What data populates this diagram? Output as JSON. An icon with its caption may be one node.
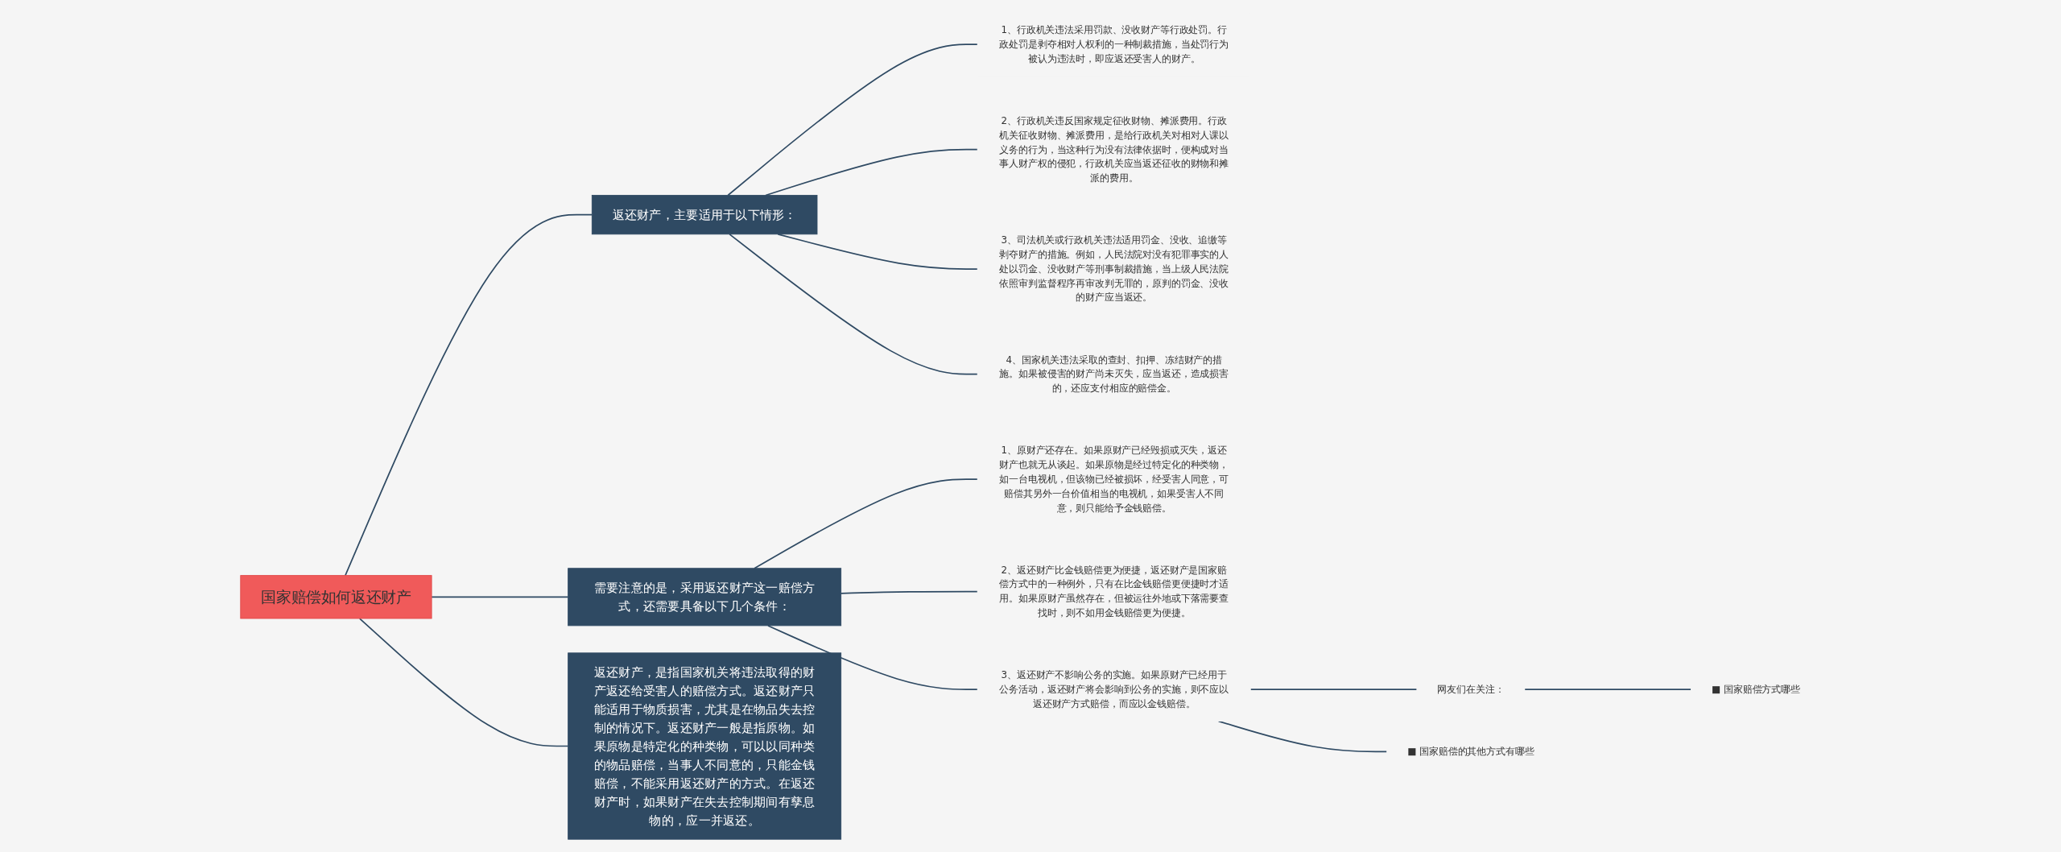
{
  "diagram": {
    "nodes": [
      {
        "text": [
          "国家赔偿如何返还财产"
        ]
      },
      {
        "text": [
          "返还财产，主要适用于以下情形："
        ]
      },
      {
        "text": [
          "1、行政机关违法采用罚款、没收财产等行政处罚。行政处罚是剥夺相对人权利的一种制裁措施，当处罚行为被认为违法时，即应返还受害人的财产。"
        ]
      },
      {
        "text": [
          "2、行政机关违反国家规定征收财物、摊派费用。行政机关征收财物、摊派费用，是给行政机关对相对人课以义务的行为，当这种行为没有法律依据时，便构成对当事人财产权的侵犯，行政机关应当返还征收的财物和摊派的费用。"
        ]
      },
      {
        "text": [
          "3、司法机关或行政机关违法适用罚金、没收、追缴等剥夺财产的措施。例如，人民法院对没有犯罪事实的人处以罚金、没收财产等刑事制裁措施，当上级人民法院依照审判监督程序再审改判无罪的，原判的罚金、没收的财产应当返还。"
        ]
      },
      {
        "text": [
          "4、国家机关违法采取的查封、扣押、冻结财产的措施。如果被侵害的财产尚未灭失，应当返还，造成损害的，还应支付相应的赔偿金。"
        ]
      },
      {
        "text": [
          "返还财产，是指国家机关将违法取得的财产返还给受害人的赔偿方式。返还财产只能适用于物质损害，尤其是在物品失去控制的情况下。返还财产一般是指原物。如果原物是特定化的种类物，可以以同种类的物品赔偿，当事人不同意的，只能金钱赔偿，不能采用返还财产的方式。在返还财产时，如果财产在失去控制期间有孳息物的，应一并返还。"
        ]
      },
      {
        "text": [
          "需要注意的是，采用返还财产这一赔偿方式，还需要具备以下几个条件："
        ]
      },
      {
        "text": [
          "1、原财产还存在。如果原财产已经毁损或灭失，返还财产也就无从谈起。如果原物是经过特定化的种类物，如一台电视机，但该物已经被损坏，经受害人同意，可赔偿其另外一台价值相当的电视机，如果受害人不同意，则只能给予金钱赔偿。"
        ]
      },
      {
        "text": [
          "2、返还财产比金钱赔偿更为便捷，返还财产是国家赔偿方式中的一种例外，只有在比金钱赔偿更便捷时才适用。如果原财产虽然存在，但被运往外地或下落需要查找时，则不如用金钱赔偿更为便捷。"
        ]
      },
      {
        "text": [
          "3、返还财产不影响公务的实施。如果原财产已经用于公务活动，返还财产将会影响到公务的实施，则不应以返还财产方式赔偿，而应以金钱赔偿。"
        ]
      },
      {
        "text": [
          "网友们在关注："
        ]
      },
      {
        "text": [
          "■ 国家赔偿方式哪些"
        ]
      },
      {
        "text": [
          "■ 国家赔偿的其他方式有哪些"
        ]
      }
    ],
    "edges": [
      {
        "from": 0,
        "to": 1,
        "arrow": "none"
      },
      {
        "from": 1,
        "to": 2,
        "arrow": "none"
      },
      {
        "from": 1,
        "to": 3,
        "arrow": "none"
      },
      {
        "from": 1,
        "to": 4,
        "arrow": "none"
      },
      {
        "from": 1,
        "to": 5,
        "arrow": "none"
      },
      {
        "from": 0,
        "to": 6,
        "arrow": "none"
      },
      {
        "from": 0,
        "to": 7,
        "arrow": "none"
      },
      {
        "from": 7,
        "to": 8,
        "arrow": "none"
      },
      {
        "from": 7,
        "to": 9,
        "arrow": "none"
      },
      {
        "from": 7,
        "to": 10,
        "arrow": "none"
      },
      {
        "from": 10,
        "to": 11,
        "arrow": "none"
      },
      {
        "from": 11,
        "to": 12,
        "arrow": "none"
      },
      {
        "from": 10,
        "to": 13,
        "arrow": "none"
      }
    ]
  }
}
